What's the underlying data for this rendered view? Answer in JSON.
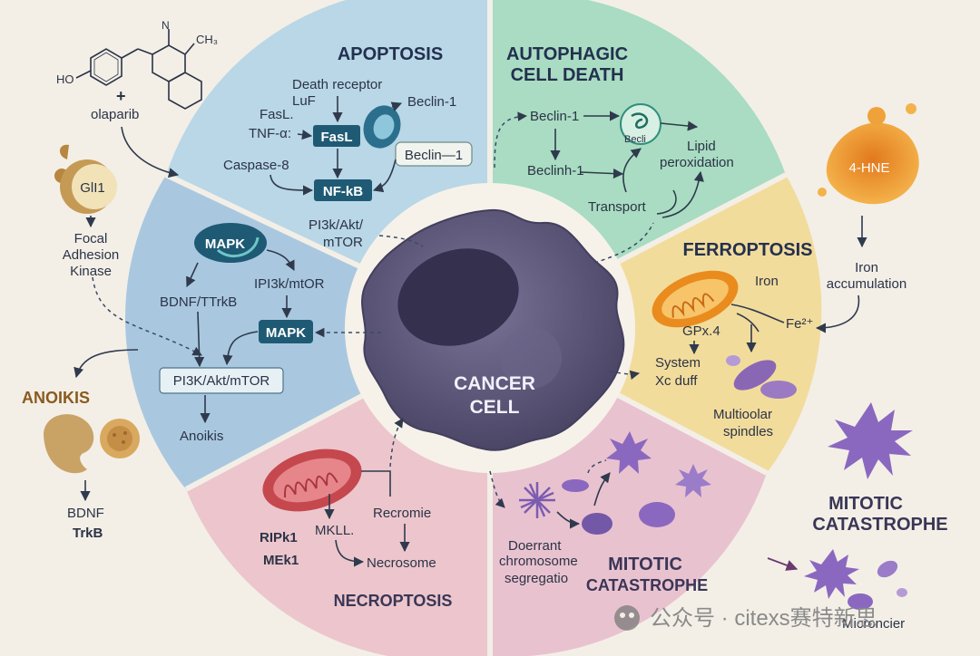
{
  "center": {
    "line1": "CANCER",
    "line2": "CELL"
  },
  "apoptosis": {
    "title": "APOPTOSIS",
    "death_receptor": "Death receptor",
    "luf": "LuF",
    "fasl_text": "FasL.",
    "tnf": "TNF-α:",
    "fasl_box": "FasL",
    "caspase": "Caspase-8",
    "nfkb": "NF-kB",
    "beclin_top": "Beclin-1",
    "beclin_box": "Beclin—1",
    "pi3k_line1": "PI3k/Akt/",
    "pi3k_line2": "mTOR"
  },
  "autophagic": {
    "title_line1": "AUTOPHAGIC",
    "title_line2": "CELL DEATH",
    "beclin1": "Beclin-1",
    "becli_small": "Becli",
    "beclinh": "Beclinh-1",
    "lipid_line1": "Lipid",
    "lipid_line2": "peroxidation",
    "transport": "Transport"
  },
  "ferroptosis": {
    "title": "FERROPTOSIS",
    "iron": "Iron",
    "gpx": "GPx.4",
    "fe": "Fe²⁺",
    "system_line1": "System",
    "system_line2": "Xᴄ duff",
    "multi_line1": "Multioolar",
    "multi_line2": "spindles"
  },
  "necroptosis": {
    "title": "NECROPTOSIS",
    "ripk": "RIPk1",
    "mek": "MEk1",
    "mkll": "MKLL.",
    "recromie": "Recromie",
    "necrosome": "Necrosome"
  },
  "mitotic_inner": {
    "title_line1": "MITOTIC",
    "title_line2": "CATASTROPHE",
    "doerrant_line1": "Doerrant",
    "doerrant_line2": "chromosome",
    "doerrant_line3": "segregatio"
  },
  "left_wedge": {
    "mapk_oval": "MAPK",
    "bdnf_trkb": "BDNF/TTrkB",
    "ipi3k": "IPI3k/mtOR",
    "mapk_box": "MAPK",
    "pi3k_box": "PI3K/Akt/mTOR",
    "anoikis": "Anoikis"
  },
  "outside_left": {
    "ho": "HO",
    "ch3": "CH₃",
    "n": "N",
    "plus": "+",
    "olaparib": "olaparib",
    "gli": "GlI1",
    "focal_line1": "Focal",
    "focal_line2": "Adhesion",
    "focal_line3": "Kinase",
    "anoikis_title": "ANOIKIS",
    "bdnf": "BDNF",
    "trkb": "TrkB"
  },
  "outside_right": {
    "hne": "4-HNE",
    "iron_acc_line1": "Iron",
    "iron_acc_line2": "accumulation",
    "mitotic_line1": "MITOTIC",
    "mitotic_line2": "CATASTROPHE",
    "micronuclei": "Microncier"
  },
  "watermark": "公众号 · citexs赛特新思",
  "colors": {
    "apoptosis": "#b9d7e6",
    "autophagic": "#a9dcc2",
    "ferroptosis": "#f2dc9c",
    "necroptosis": "#ecc6cc",
    "mitotic": "#e9c2d0",
    "left": "#a9c8e0",
    "cell": "#5a5478"
  }
}
